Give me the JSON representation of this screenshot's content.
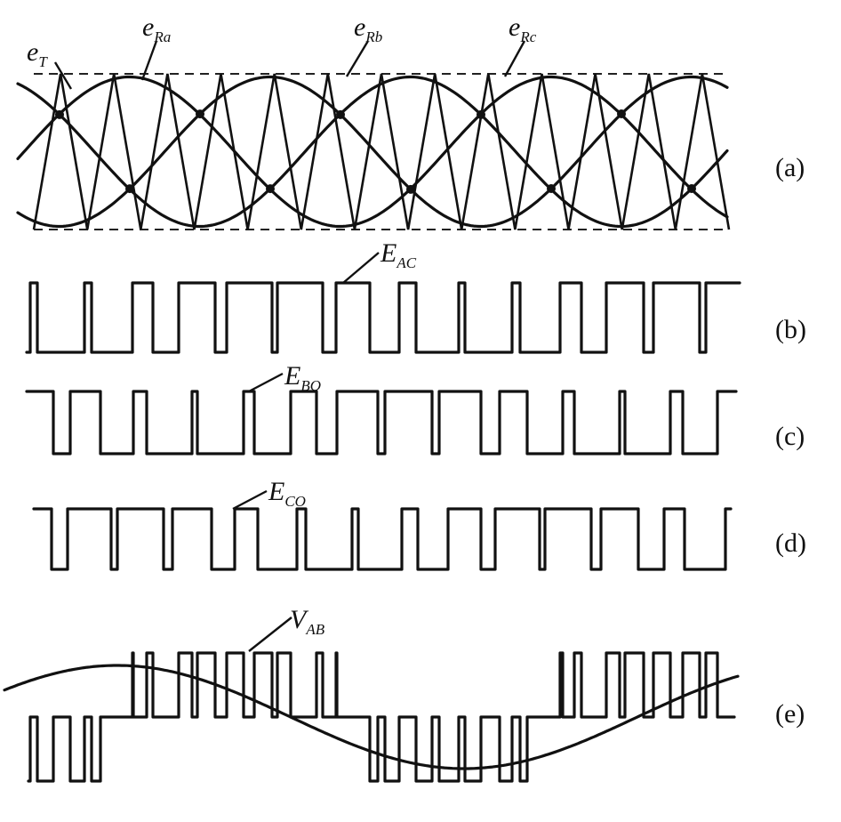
{
  "figure": {
    "panels": [
      {
        "id": "a",
        "tag": "(a)"
      },
      {
        "id": "b",
        "tag": "(b)"
      },
      {
        "id": "c",
        "tag": "(c)"
      },
      {
        "id": "d",
        "tag": "(d)"
      },
      {
        "id": "e",
        "tag": "(e)"
      }
    ],
    "labels": {
      "carrier": {
        "main": "e",
        "sub": "T"
      },
      "ref_a": {
        "main": "e",
        "sub": "Ra"
      },
      "ref_b": {
        "main": "e",
        "sub": "Rb"
      },
      "ref_c": {
        "main": "e",
        "sub": "Rc"
      },
      "e_ac": {
        "main": "E",
        "sub": "AC"
      },
      "e_bo": {
        "main": "E",
        "sub": "BO"
      },
      "e_co": {
        "main": "E",
        "sub": "CO"
      },
      "v_ab": {
        "main": "V",
        "sub": "AB"
      }
    }
  }
}
